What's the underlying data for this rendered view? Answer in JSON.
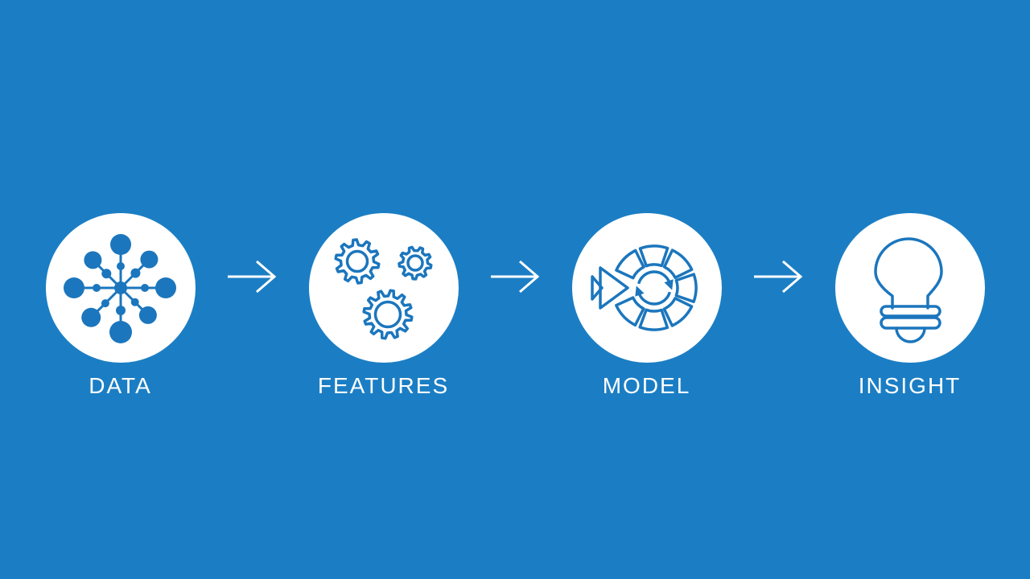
{
  "colors": {
    "background": "#1B7EC4",
    "icon": "#1B76BD",
    "circle_fill": "#FFFFFF",
    "label_text": "#FFFFFF",
    "arrow": "#FFFFFF"
  },
  "pipeline": {
    "stages": [
      {
        "label": "DATA",
        "icon": "data-network-icon"
      },
      {
        "label": "FEATURES",
        "icon": "gears-icon"
      },
      {
        "label": "MODEL",
        "icon": "model-segments-icon"
      },
      {
        "label": "INSIGHT",
        "icon": "lightbulb-icon"
      }
    ],
    "connector_icon": "arrow-right-icon"
  }
}
